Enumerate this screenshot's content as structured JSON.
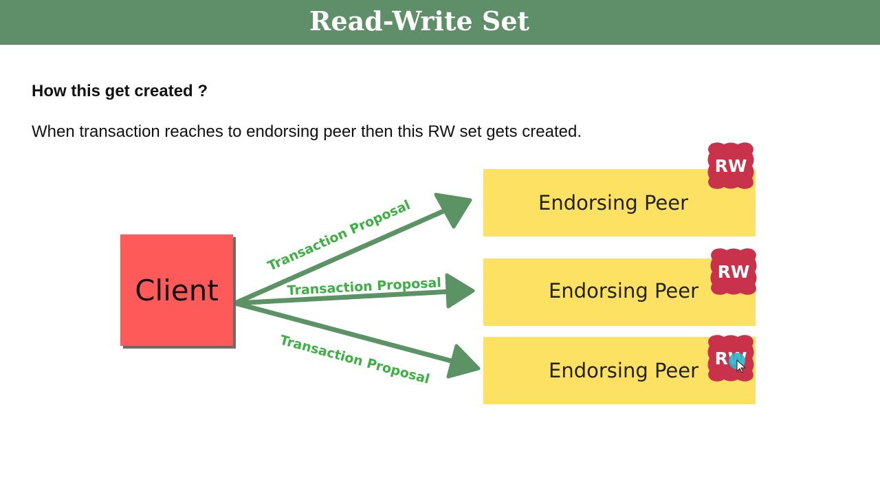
{
  "header": {
    "title": "Read-Write Set"
  },
  "content": {
    "question": "How this get created ?",
    "description": "When transaction reaches to endorsing peer then this RW set gets created."
  },
  "diagram": {
    "client_label": "Client",
    "arrow_labels": [
      "Transaction Proposal",
      "Transaction Proposal",
      "Transaction Proposal"
    ],
    "peers": [
      {
        "label": "Endorsing Peer",
        "badge": "RW"
      },
      {
        "label": "Endorsing Peer",
        "badge": "RW"
      },
      {
        "label": "Endorsing Peer",
        "badge": "RW"
      }
    ]
  },
  "colors": {
    "header_bg": "#5f8f69",
    "client_fill": "#ff5a5a",
    "peer_fill": "#fce162",
    "badge_fill": "#c8334b",
    "arrow_color": "#5b9364",
    "arrow_label_color": "#3cb043"
  },
  "icons": {
    "cursor": "mouse-pointer-icon"
  }
}
